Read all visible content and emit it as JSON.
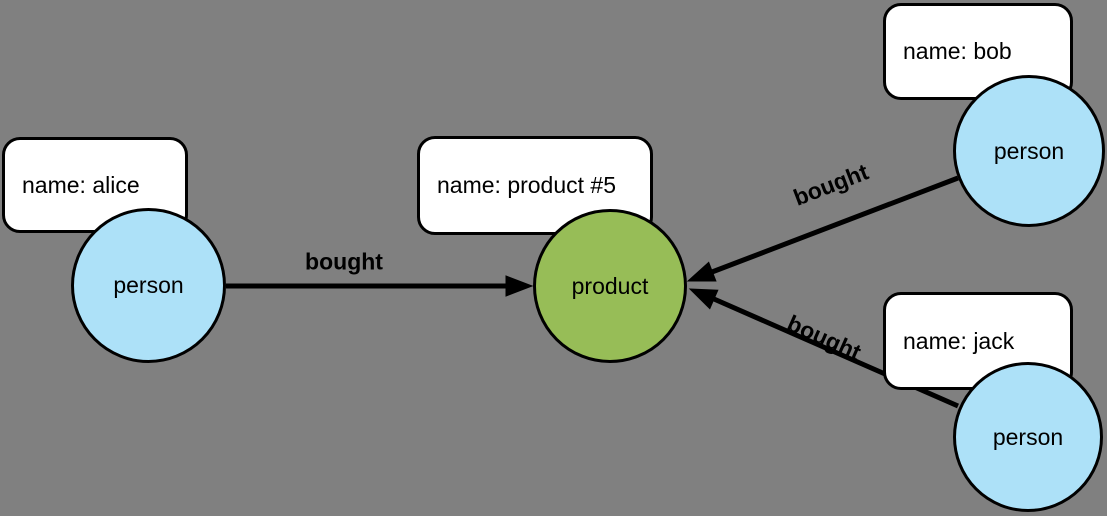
{
  "colors": {
    "background": "#808080",
    "person_fill": "#ADE1F8",
    "product_fill": "#97BD57",
    "box_fill": "#FFFFFF",
    "stroke": "#000000"
  },
  "graph": {
    "nodes": {
      "alice": {
        "label": "person",
        "property": "name: alice"
      },
      "product": {
        "label": "product",
        "property": "name: product #5"
      },
      "bob": {
        "label": "person",
        "property": "name: bob"
      },
      "jack": {
        "label": "person",
        "property": "name: jack"
      }
    },
    "edges": [
      {
        "from": "alice",
        "to": "product",
        "label": "bought"
      },
      {
        "from": "bob",
        "to": "product",
        "label": "bought"
      },
      {
        "from": "jack",
        "to": "product",
        "label": "bought"
      }
    ]
  }
}
